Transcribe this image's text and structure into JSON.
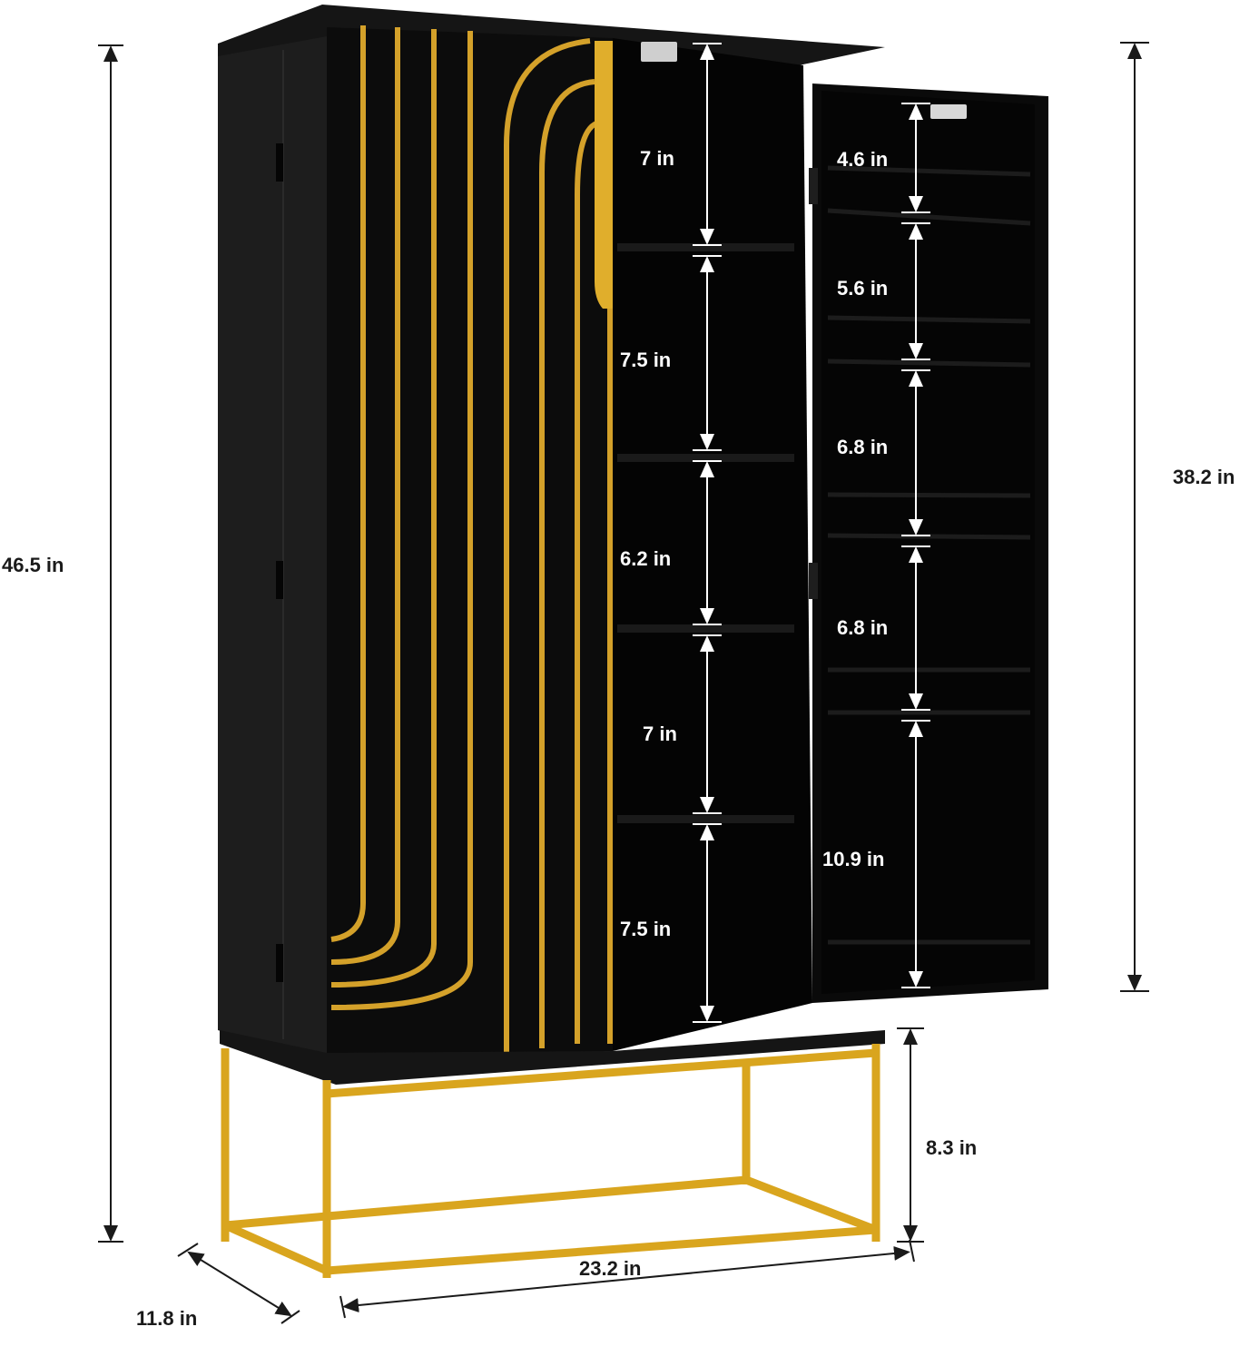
{
  "product": {
    "colors": {
      "cabinet_body": "#0e0e0e",
      "cabinet_side": "#1c1c1c",
      "interior": "#050505",
      "gold_accent": "#d4a12a",
      "frame_gold": "#d9a51e",
      "background": "#ffffff"
    }
  },
  "dimensions": {
    "overall_height": "46.5 in",
    "door_height": "38.2 in",
    "leg_height": "8.3 in",
    "width": "23.2 in",
    "depth": "11.8 in"
  },
  "cabinet_shelf_gaps": [
    "7 in",
    "7.5 in",
    "6.2 in",
    "7 in",
    "7.5 in"
  ],
  "door_shelf_gaps": [
    "4.6 in",
    "5.6 in",
    "6.8 in",
    "6.8 in",
    "10.9 in"
  ]
}
